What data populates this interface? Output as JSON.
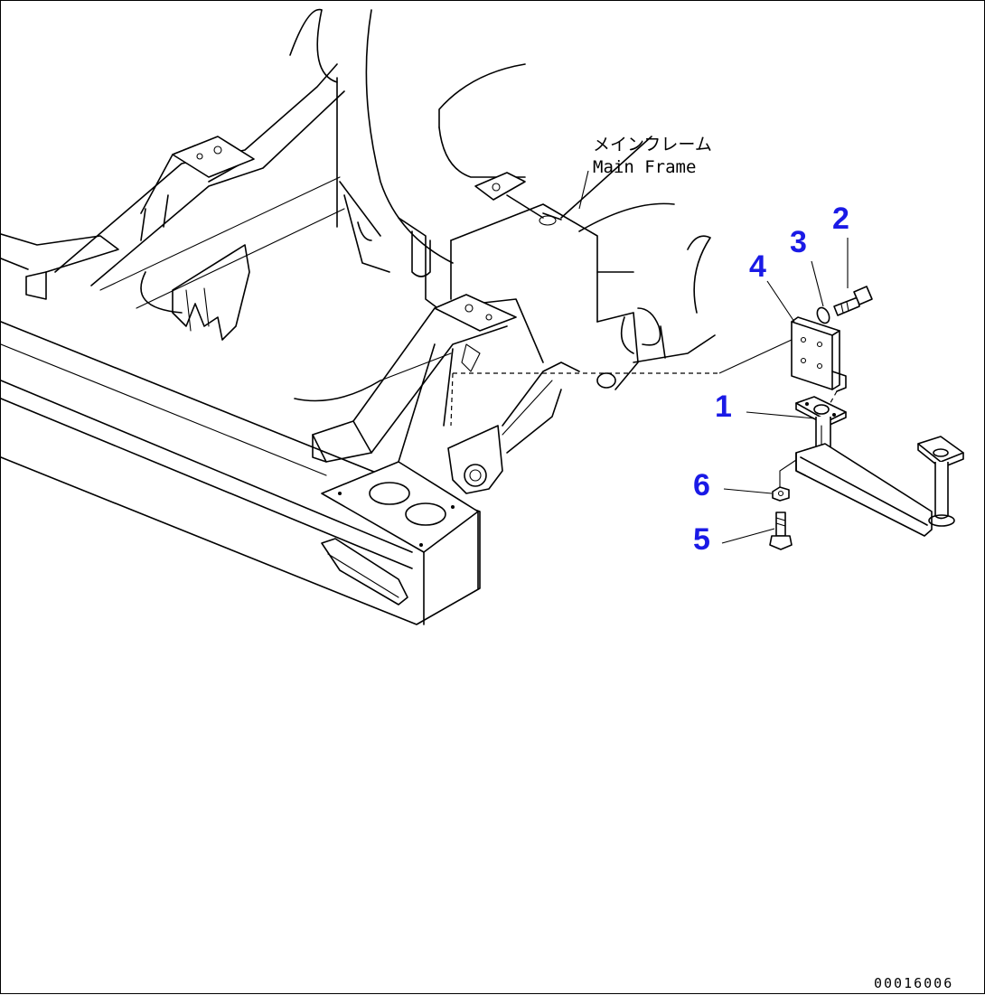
{
  "labels": {
    "main_frame_jp": "メインフレーム",
    "main_frame_en": "Main Frame"
  },
  "callouts": [
    {
      "id": "1",
      "text": "1"
    },
    {
      "id": "2",
      "text": "2"
    },
    {
      "id": "3",
      "text": "3"
    },
    {
      "id": "4",
      "text": "4"
    },
    {
      "id": "5",
      "text": "5"
    },
    {
      "id": "6",
      "text": "6"
    }
  ],
  "document_number": "00016006",
  "colors": {
    "callout": "#1a1ae6",
    "line": "#000000",
    "background": "#ffffff"
  }
}
